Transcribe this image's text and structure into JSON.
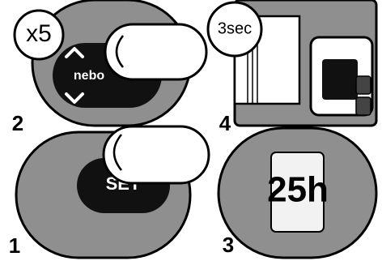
{
  "steps": {
    "step1": {
      "number": "1",
      "button_label": "SET"
    },
    "step2": {
      "number": "2",
      "button_label": "nebo",
      "repeat_badge": "x5",
      "up_arrow": "^",
      "down_arrow": "v"
    },
    "step3": {
      "number": "3",
      "display_reading": "25h"
    },
    "step4": {
      "number": "4",
      "hold_badge": "3sec"
    }
  },
  "colors": {
    "panel_gray": "#8f8f8f",
    "button_black": "#111111",
    "lcd_white": "#f2f2f2",
    "outline": "#000000"
  }
}
